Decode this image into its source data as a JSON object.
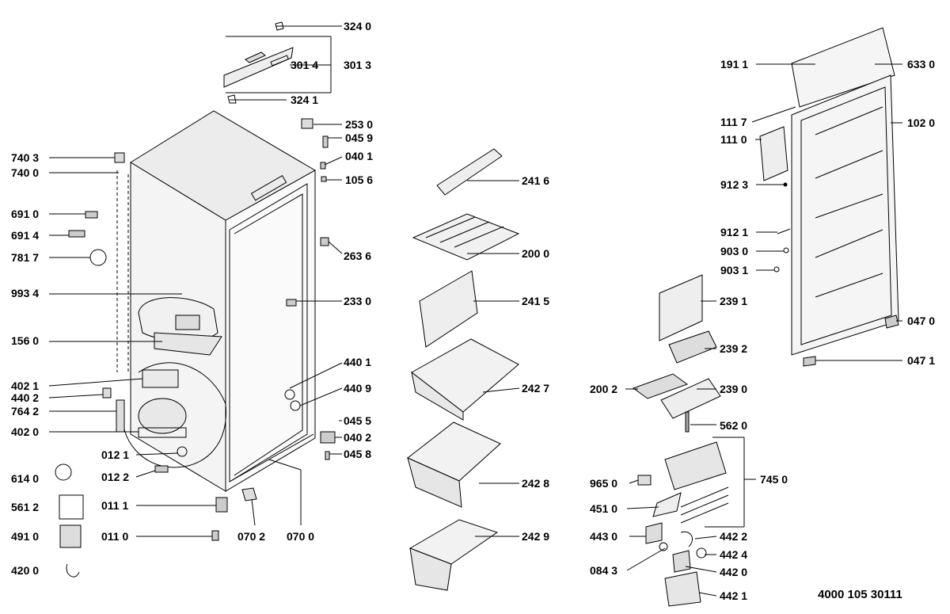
{
  "document_code": "4000 105 30111",
  "parts": [
    {
      "id": "p3240",
      "label": "324 0"
    },
    {
      "id": "p3014",
      "label": "301 4"
    },
    {
      "id": "p3013",
      "label": "301 3"
    },
    {
      "id": "p3241",
      "label": "324 1"
    },
    {
      "id": "p2530",
      "label": "253 0"
    },
    {
      "id": "p0459",
      "label": "045 9"
    },
    {
      "id": "p0401",
      "label": "040 1"
    },
    {
      "id": "p1056",
      "label": "105 6"
    },
    {
      "id": "p7403",
      "label": "740 3"
    },
    {
      "id": "p7400",
      "label": "740 0"
    },
    {
      "id": "p6910",
      "label": "691 0"
    },
    {
      "id": "p6914",
      "label": "691 4"
    },
    {
      "id": "p7817",
      "label": "781 7"
    },
    {
      "id": "p2636",
      "label": "263 6"
    },
    {
      "id": "p9934",
      "label": "993 4"
    },
    {
      "id": "p2330",
      "label": "233 0"
    },
    {
      "id": "p1560",
      "label": "156 0"
    },
    {
      "id": "p4401",
      "label": "440 1"
    },
    {
      "id": "p4021",
      "label": "402 1"
    },
    {
      "id": "p4409",
      "label": "440 9"
    },
    {
      "id": "p4402",
      "label": "440 2"
    },
    {
      "id": "p7642",
      "label": "764 2"
    },
    {
      "id": "p4020",
      "label": "402 0"
    },
    {
      "id": "p0455",
      "label": "045 5"
    },
    {
      "id": "p0402",
      "label": "040 2"
    },
    {
      "id": "p0458",
      "label": "045 8"
    },
    {
      "id": "p0121",
      "label": "012 1"
    },
    {
      "id": "p6140",
      "label": "614 0"
    },
    {
      "id": "p0122",
      "label": "012 2"
    },
    {
      "id": "p5612",
      "label": "561 2"
    },
    {
      "id": "p0111",
      "label": "011 1"
    },
    {
      "id": "p4910",
      "label": "491 0"
    },
    {
      "id": "p0110",
      "label": "011 0"
    },
    {
      "id": "p0702",
      "label": "070 2"
    },
    {
      "id": "p0700",
      "label": "070 0"
    },
    {
      "id": "p4200",
      "label": "420 0"
    },
    {
      "id": "p2416",
      "label": "241 6"
    },
    {
      "id": "p2000",
      "label": "200 0"
    },
    {
      "id": "p2415",
      "label": "241 5"
    },
    {
      "id": "p2427",
      "label": "242 7"
    },
    {
      "id": "p2428",
      "label": "242 8"
    },
    {
      "id": "p2429",
      "label": "242 9"
    },
    {
      "id": "p1911",
      "label": "191 1"
    },
    {
      "id": "p6330",
      "label": "633 0"
    },
    {
      "id": "p1117",
      "label": "111 7"
    },
    {
      "id": "p1020",
      "label": "102 0"
    },
    {
      "id": "p1110",
      "label": "111 0"
    },
    {
      "id": "p9123",
      "label": "912 3"
    },
    {
      "id": "p9121",
      "label": "912 1"
    },
    {
      "id": "p9030",
      "label": "903 0"
    },
    {
      "id": "p9031",
      "label": "903 1"
    },
    {
      "id": "p2391",
      "label": "239 1"
    },
    {
      "id": "p0470",
      "label": "047 0"
    },
    {
      "id": "p2392",
      "label": "239 2"
    },
    {
      "id": "p0471",
      "label": "047 1"
    },
    {
      "id": "p2002",
      "label": "200 2"
    },
    {
      "id": "p2390",
      "label": "239 0"
    },
    {
      "id": "p5620",
      "label": "562 0"
    },
    {
      "id": "p7450",
      "label": "745 0"
    },
    {
      "id": "p9650",
      "label": "965 0"
    },
    {
      "id": "p4510",
      "label": "451 0"
    },
    {
      "id": "p4430",
      "label": "443 0"
    },
    {
      "id": "p4422",
      "label": "442 2"
    },
    {
      "id": "p4424",
      "label": "442 4"
    },
    {
      "id": "p0843",
      "label": "084 3"
    },
    {
      "id": "p4420",
      "label": "442 0"
    },
    {
      "id": "p4421",
      "label": "442 1"
    }
  ]
}
